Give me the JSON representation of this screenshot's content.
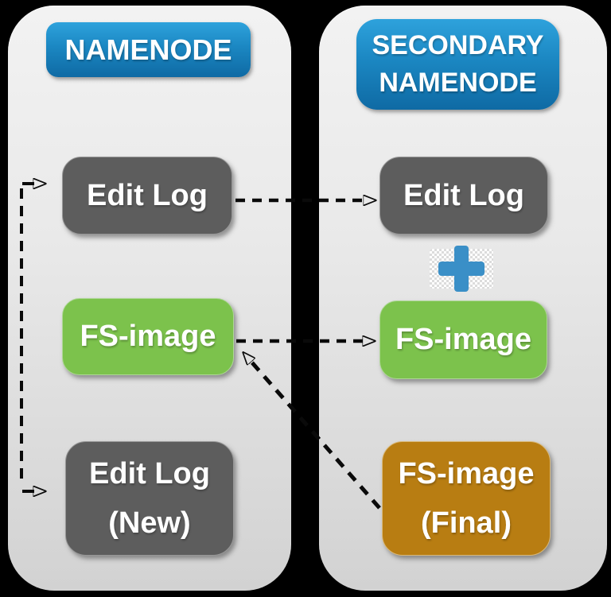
{
  "colors": {
    "background": "#000000",
    "panel_gray_top": "#f2f2f2",
    "panel_gray_bottom": "#d2d2d2",
    "header_blue_top": "#2ea2dc",
    "header_blue_bottom": "#0f6aa4",
    "box_dark_gray": "#5d5d5d",
    "box_green": "#7cc24c",
    "box_orange": "#b87d12",
    "plus_blue": "#3a8fc7",
    "arrow_black": "#0a0a0a",
    "text_white": "#ffffff"
  },
  "panels": {
    "namenode": {
      "header": "NAMENODE",
      "boxes": {
        "edit_log": "Edit Log",
        "fs_image": "FS-image",
        "edit_log_new_line1": "Edit Log",
        "edit_log_new_line2": "(New)"
      }
    },
    "secondary": {
      "header_line1": "SECONDARY",
      "header_line2": "NAMENODE",
      "boxes": {
        "edit_log": "Edit Log",
        "fs_image": "FS-image",
        "fs_image_final_line1": "FS-image",
        "fs_image_final_line2": "(Final)"
      },
      "plus_icon": "plus"
    }
  },
  "connections": [
    {
      "from": "namenode-edit-log",
      "to": "secondary-edit-log",
      "style": "dashed-arrow"
    },
    {
      "from": "namenode-fs-image",
      "to": "secondary-fs-image",
      "style": "dashed-arrow"
    },
    {
      "from": "secondary-fs-image-final",
      "to": "namenode-fs-image",
      "style": "dashed-arrow"
    },
    {
      "from": "left-edge-branch",
      "to": "namenode-edit-log",
      "style": "dashed-arrow"
    },
    {
      "from": "left-edge-branch",
      "to": "namenode-edit-log-new",
      "style": "dashed-arrow"
    }
  ]
}
